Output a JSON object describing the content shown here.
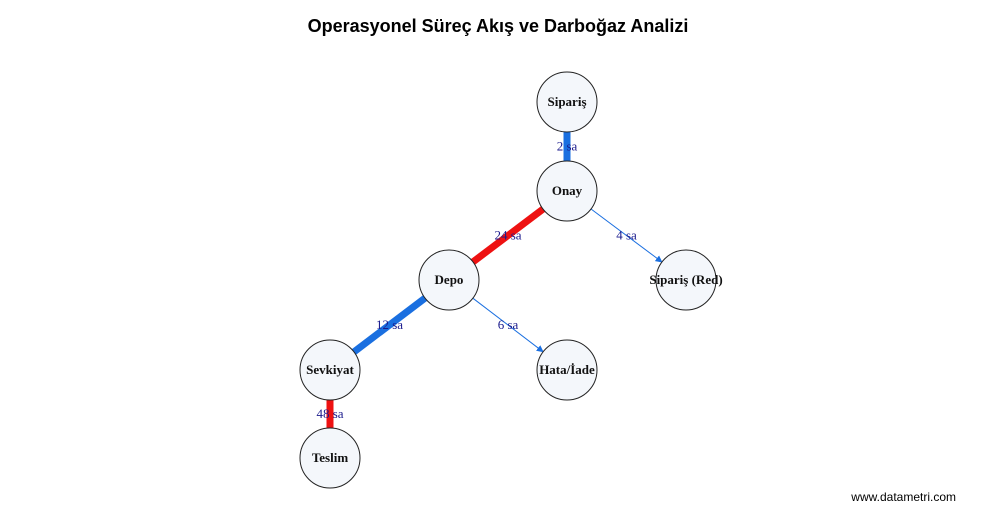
{
  "title": "Operasyonel Süreç Akış ve Darboğaz Analizi",
  "watermark": "www.datametri.com",
  "colors": {
    "node_fill": "#f4f7fb",
    "node_stroke": "#222222",
    "thick_blue": "#1a6fe0",
    "bottleneck_red": "#ee1111",
    "thin_blue": "#1a6fe0",
    "edge_label": "#1a1a8c"
  },
  "nodes": [
    {
      "id": "siparis",
      "label": "Sipariş"
    },
    {
      "id": "onay",
      "label": "Onay"
    },
    {
      "id": "siparis_red",
      "label": "Sipariş (Red)"
    },
    {
      "id": "depo",
      "label": "Depo"
    },
    {
      "id": "hata",
      "label": "Hata/İade"
    },
    {
      "id": "sevkiyat",
      "label": "Sevkiyat"
    },
    {
      "id": "teslim",
      "label": "Teslim"
    }
  ],
  "edges": [
    {
      "from": "siparis",
      "to": "onay",
      "label": "2 sa",
      "style": "thick_blue"
    },
    {
      "from": "onay",
      "to": "depo",
      "label": "24 sa",
      "style": "bottleneck_red"
    },
    {
      "from": "onay",
      "to": "siparis_red",
      "label": "4 sa",
      "style": "thin_arrow"
    },
    {
      "from": "depo",
      "to": "sevkiyat",
      "label": "12 sa",
      "style": "thick_blue"
    },
    {
      "from": "depo",
      "to": "hata",
      "label": "6 sa",
      "style": "thin_arrow"
    },
    {
      "from": "sevkiyat",
      "to": "teslim",
      "label": "48 sa",
      "style": "bottleneck_red"
    }
  ]
}
